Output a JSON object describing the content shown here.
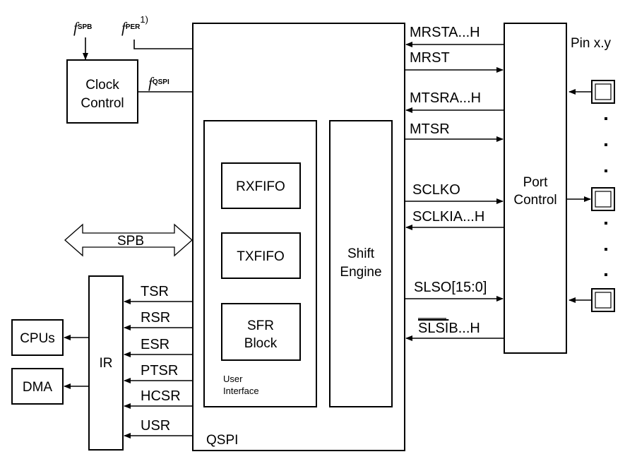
{
  "clock_inputs": {
    "f_spb": {
      "symbol": "f",
      "subscript": "SPB"
    },
    "f_per": {
      "symbol": "f",
      "subscript": "PER",
      "footnote": "1)"
    },
    "f_qspi": {
      "symbol": "f",
      "subscript": "QSPI"
    }
  },
  "blocks": {
    "clock_control": [
      "Clock",
      "Control"
    ],
    "qspi": "QSPI",
    "user_interface": [
      "User",
      "Interface"
    ],
    "rxfifo": "RXFIFO",
    "txfifo": "TXFIFO",
    "sfr_block": [
      "SFR",
      "Block"
    ],
    "shift_engine": [
      "Shift",
      "Engine"
    ],
    "port_control": [
      "Port",
      "Control"
    ],
    "ir": "IR",
    "cpus": "CPUs",
    "dma": "DMA",
    "spb_bus": "SPB"
  },
  "pin_label": "Pin x.y",
  "port_signals": {
    "mrsta": "MRSTA...H",
    "mrst": "MRST",
    "mtsra": "MTSRA...H",
    "mtsr": "MTSR",
    "sclko": "SCLKO",
    "sclkia": "SCLKIA...H",
    "slso": "SLSO[15:0]",
    "slsib_over": "SLSI",
    "slsib_rest": "B...H"
  },
  "ir_signals": [
    "TSR",
    "RSR",
    "ESR",
    "PTSR",
    "HCSR",
    "USR"
  ]
}
